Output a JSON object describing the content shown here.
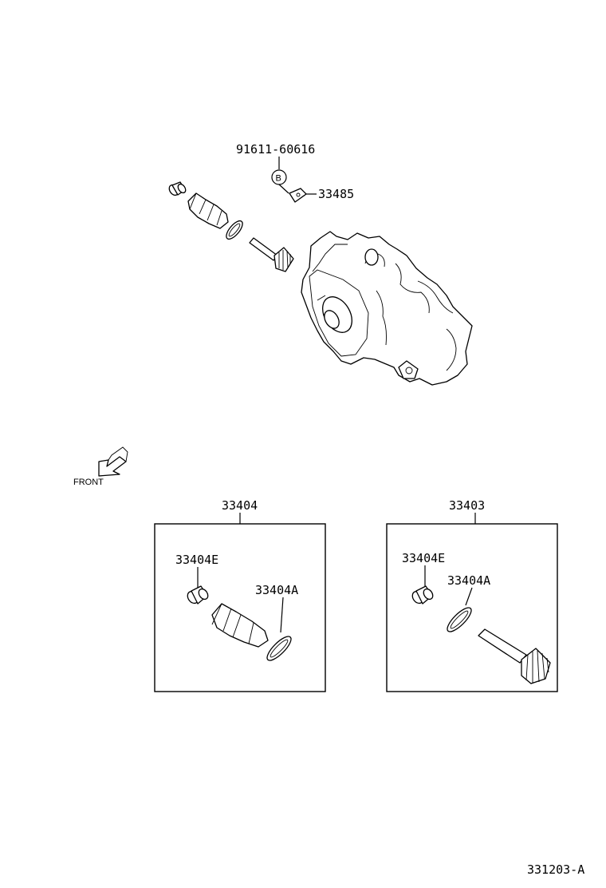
{
  "labels": {
    "bolt": "91611-60616",
    "bolt_marker": "B",
    "clamp": "33485",
    "front": "FRONT",
    "kit_left": "33404",
    "kit_left_cap": "33404E",
    "kit_left_ring": "33404A",
    "kit_right": "33403",
    "kit_right_cap": "33404E",
    "kit_right_ring": "33404A",
    "diagram_id": "331203-A"
  }
}
